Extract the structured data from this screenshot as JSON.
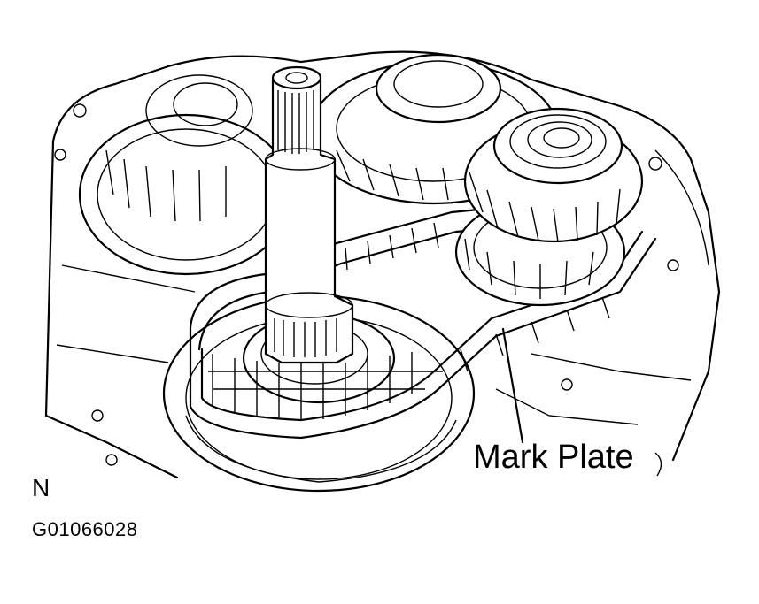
{
  "figure": {
    "callout_label": "Mark Plate",
    "orientation_letter": "N",
    "figure_code": "G01066028"
  },
  "colors": {
    "ink": "#000000",
    "paper": "#ffffff"
  },
  "parts": [
    "transmission-case",
    "drive-sprocket",
    "driven-sprocket",
    "drive-chain",
    "input-shaft",
    "helical-gear",
    "mark-plate"
  ]
}
